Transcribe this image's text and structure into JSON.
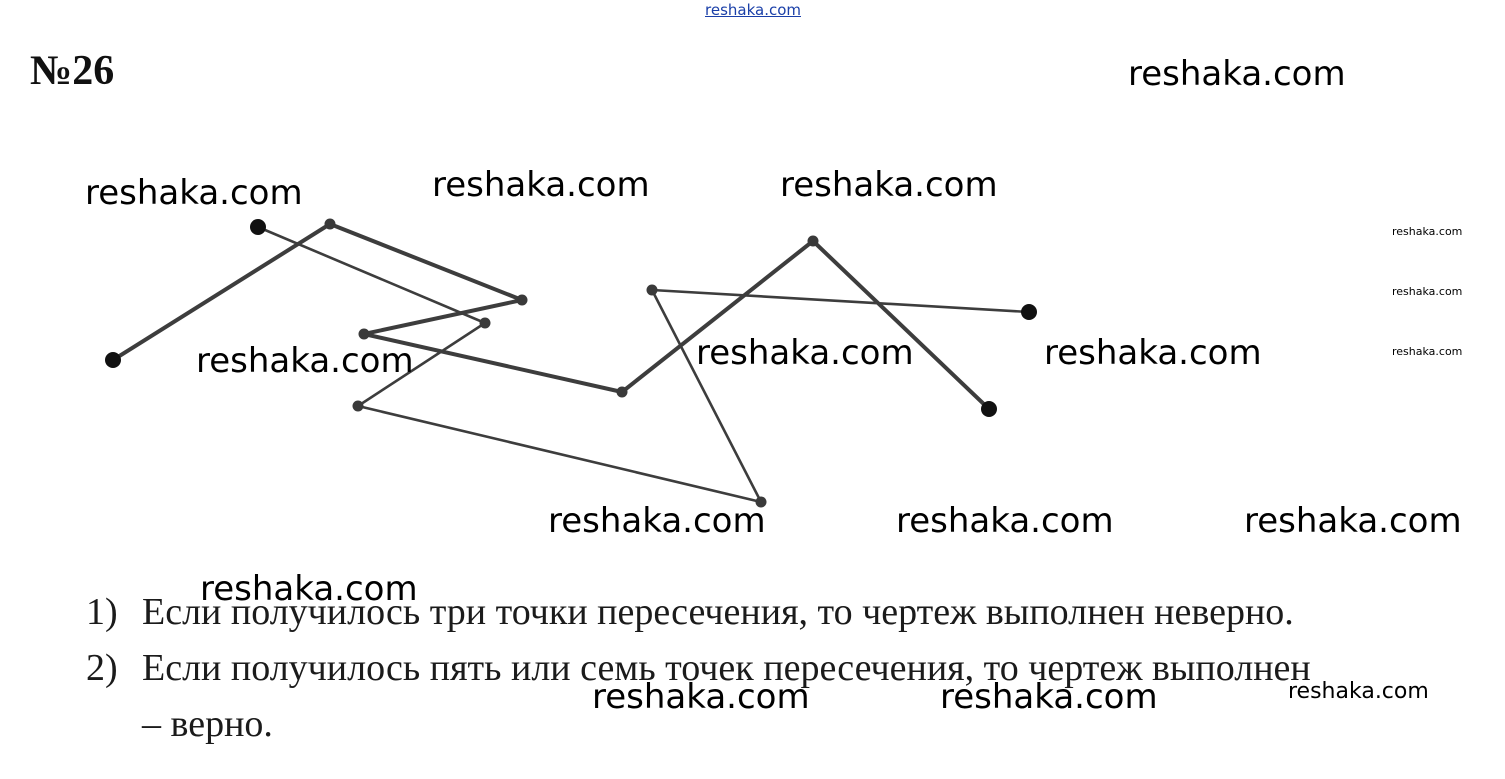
{
  "header": {
    "watermark": "reshaka.com"
  },
  "title": "№26",
  "watermarks": {
    "text": "reshaka.com"
  },
  "figure": {
    "line_color": "#3d3d3d",
    "point_color": "#111111"
  },
  "statements": [
    {
      "num": "1)",
      "text": "Если получилось три точки пересечения, то чертеж выполнен неверно."
    },
    {
      "num": "2)",
      "text": "Если получилось пять или семь точек пересечения, то чертеж выполнен",
      "text2": "– верно."
    }
  ]
}
